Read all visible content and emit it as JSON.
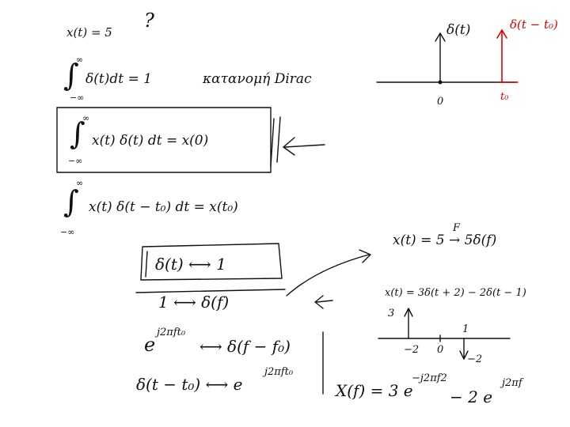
{
  "colors": {
    "ink": "#111111",
    "highlight": "#e00000",
    "background": "#ffffff"
  },
  "notes": {
    "line1": "x(t) = 5",
    "question_mark": "?",
    "integral_symbol": "∫",
    "upper_limit": "∞",
    "lower_limit": "−∞",
    "integrand1": "δ(t)dt = 1",
    "dirac_label": "κατανομή Dirac",
    "integrand2": "x(t) δ(t) dt = x(0)",
    "integrand3": "x(t) δ(t − t₀) dt = x(t₀)",
    "pair1": "δ(t) ⟷ 1",
    "pair2": "1 ⟷ δ(f)",
    "pair3_base": "e",
    "pair3_exp": "j2πft₀",
    "pair3_rhs": "⟷ δ(f − f₀)",
    "pair4_lhs": "δ(t − t₀) ⟷ e",
    "pair4_exp": "j2πft₀",
    "transform_example": "x(t) = 5  →  5δ(f)",
    "transform_arrow_label": "F",
    "signal_def": "x(t) = 3δ(t + 2) − 2δ(t − 1)",
    "result_prefix": "X(f) = 3 e",
    "result_exp1": "−j2πf2",
    "result_mid": " − 2 e",
    "result_exp2": "j2πf"
  },
  "plot_delta": {
    "label": "δ(t)",
    "tick": "0"
  },
  "plot_shifted": {
    "label": "δ(t − t₀)",
    "tick": "t₀"
  },
  "impulse_plot": {
    "amp_pos": "3",
    "tick_neg2": "−2",
    "tick_0": "0",
    "tick_1": "1",
    "amp_neg": "−2"
  }
}
